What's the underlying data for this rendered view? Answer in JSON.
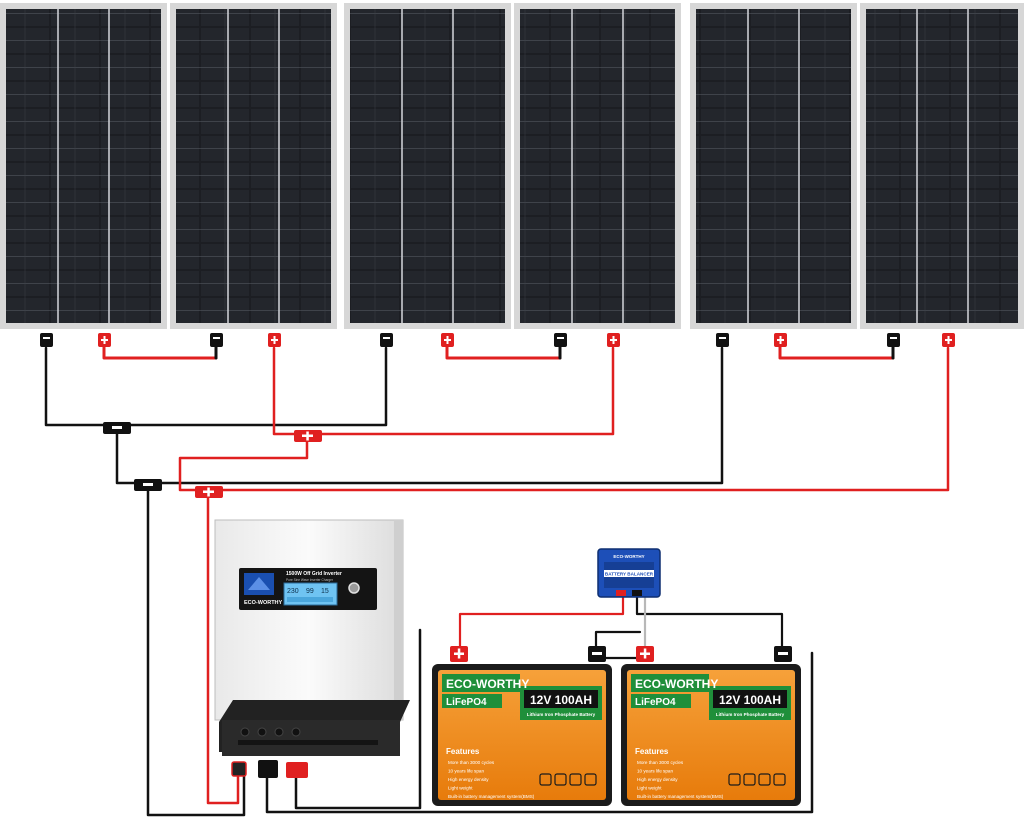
{
  "panels": {
    "count": 6
  },
  "inverter": {
    "title": "1500W Off Grid Inverter",
    "subtitle": "Pure Sine Wave Inverter Charger",
    "brand": "ECO-WORTHY",
    "lcd_left": "230",
    "lcd_mid": "99",
    "lcd_right": "15"
  },
  "balancer": {
    "brand": "ECO-WORTHY",
    "label": "BATTERY BALANCER"
  },
  "batteries": [
    {
      "brand": "ECO-WORTHY",
      "chemistry": "LiFePO4",
      "rating": "12V 100AH",
      "type": "Lithium Iron Phosphate Battery",
      "features_title": "Features",
      "features": [
        "More than 3000 cycles",
        "10 years life span",
        "High energy density",
        "Light weight",
        "Built-in battery management system(BMS)"
      ]
    },
    {
      "brand": "ECO-WORTHY",
      "chemistry": "LiFePO4",
      "rating": "12V 100AH",
      "type": "Lithium Iron Phosphate Battery",
      "features_title": "Features",
      "features": [
        "More than 3000 cycles",
        "10 years life span",
        "High energy density",
        "Light weight",
        "Built-in battery management system(BMS)"
      ]
    }
  ],
  "terminals": {
    "positive": "+",
    "negative": "−"
  },
  "colors": {
    "wire_positive": "#e02020",
    "wire_negative": "#111111",
    "panel_cell": "#1b1d22",
    "panel_frame": "#d8d8d8",
    "battery_body": "#f28b14",
    "battery_label": "#1f8f3a",
    "inverter_display": "#1a4fb0"
  }
}
